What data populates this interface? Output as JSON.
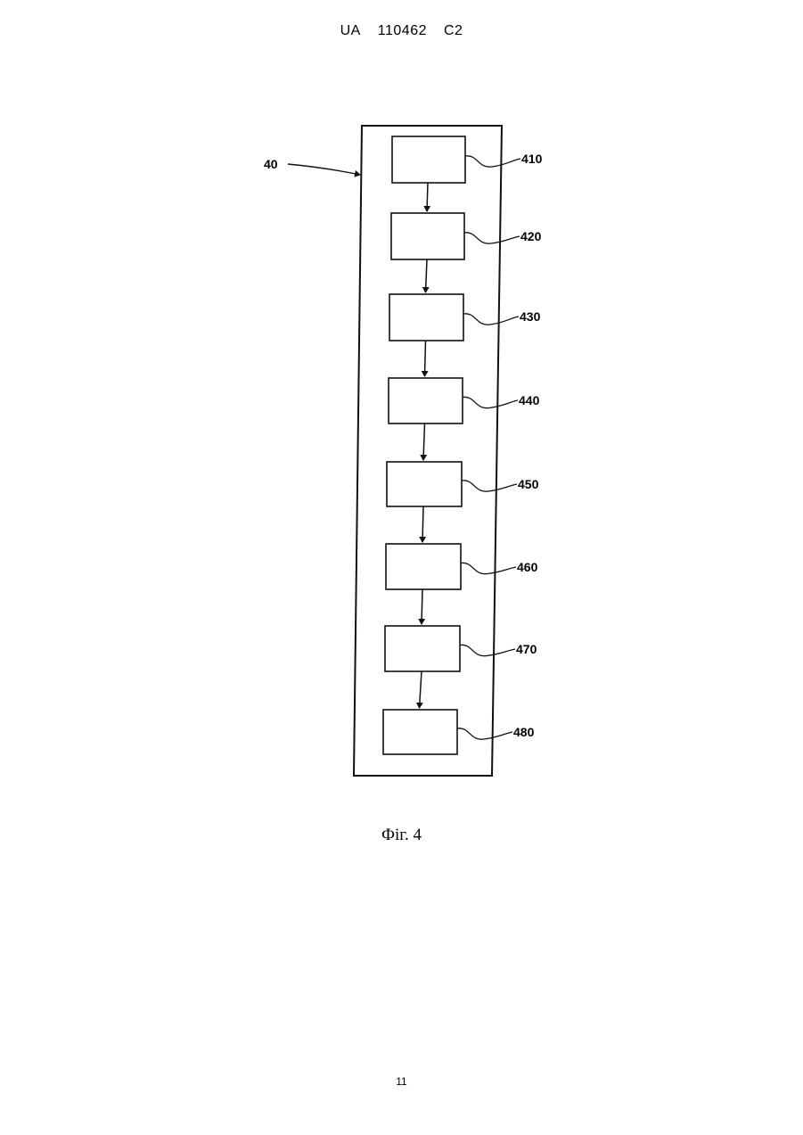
{
  "header": {
    "country": "UA",
    "number": "110462",
    "kind": "C2"
  },
  "diagram": {
    "outer_label": "40",
    "steps": [
      {
        "label": "410"
      },
      {
        "label": "420"
      },
      {
        "label": "430"
      },
      {
        "label": "440"
      },
      {
        "label": "450"
      },
      {
        "label": "460"
      },
      {
        "label": "470"
      },
      {
        "label": "480"
      }
    ]
  },
  "caption": "Фіг. 4",
  "page_number": "11"
}
